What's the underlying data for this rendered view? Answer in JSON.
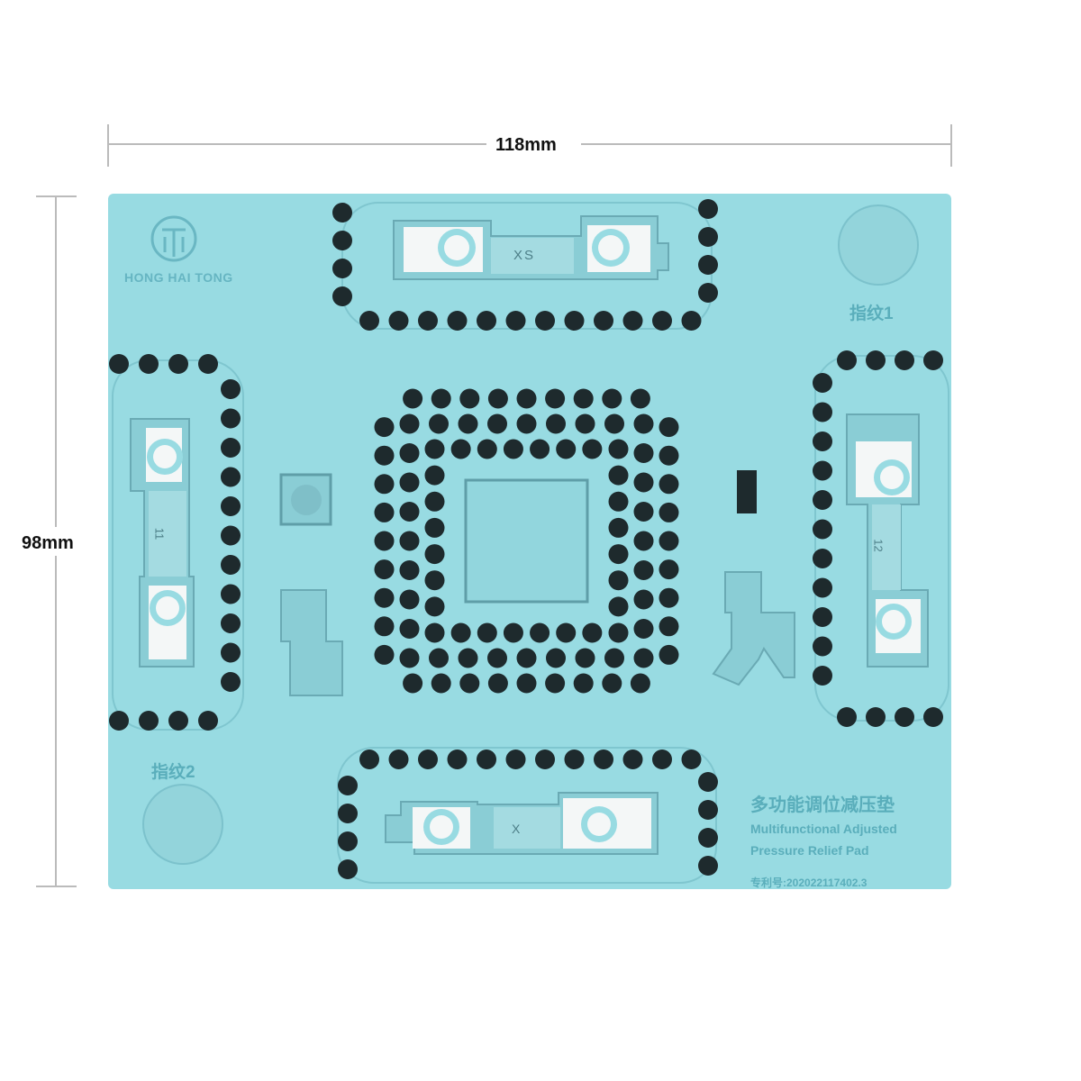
{
  "dimensions": {
    "width_label": "118mm",
    "height_label": "98mm"
  },
  "pad": {
    "color": "#98dbe2",
    "hole_color": "#1e2a2d",
    "brand": "HONG HAI TONG",
    "logo_icon": "hong-hai-tong-logo",
    "fingerprint_1": "指纹1",
    "fingerprint_2": "指纹2",
    "slot_labels": {
      "top": "XS",
      "bottom": "X",
      "left": "11",
      "right": "12"
    },
    "product_name_cn": "多功能调位减压垫",
    "product_name_en_line1": "Multifunctional Adjusted",
    "product_name_en_line2": "Pressure Relief Pad",
    "patent_number": "专利号:202022117402.3"
  }
}
